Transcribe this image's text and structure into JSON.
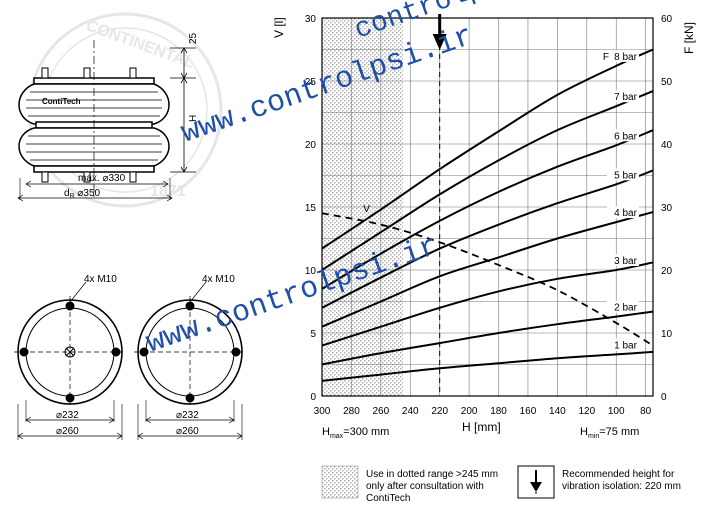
{
  "drawing": {
    "dim_25": "25",
    "dim_h": "H",
    "max_diameter": "max. ⌀330",
    "dr_prefix": "d",
    "dr_sub": "R",
    "dr_value": " ⌀350",
    "brand": "ContiTech",
    "seal_text": "CONTINENTAL",
    "seal_sub": "1871",
    "plate_left": {
      "bolts": "4x M10",
      "inner": "⌀232",
      "outer": "⌀260"
    },
    "plate_right": {
      "bolts": "4x M10",
      "inner": "⌀232",
      "outer": "⌀260"
    }
  },
  "watermarks": [
    "www.controlpsi.ir",
    "controlpsi.ir",
    "www.controlpsi.ir"
  ],
  "chart_data": {
    "type": "line",
    "xlabel": "H [mm]",
    "ylabel_left": "V [l]",
    "ylabel_right": "F [kN]",
    "x_ticks": [
      300,
      280,
      260,
      240,
      220,
      200,
      180,
      160,
      140,
      120,
      100,
      80
    ],
    "x_range": [
      300,
      75
    ],
    "y_left_range": [
      0,
      30
    ],
    "y_left_ticks": [
      0,
      5,
      10,
      15,
      20,
      25,
      30
    ],
    "y_right_range": [
      0,
      60
    ],
    "y_right_ticks": [
      0,
      10,
      20,
      30,
      40,
      50,
      60
    ],
    "grid": true,
    "h_max_label": "H",
    "h_max_sub": "max",
    "h_max_value": "=300 mm",
    "h_min_label": "H",
    "h_min_sub": "min",
    "h_min_value": "=75 mm",
    "dotted_range_x": [
      300,
      245
    ],
    "recommended_height": 220,
    "force_series": [
      {
        "name": "1 bar",
        "x": [
          300,
          260,
          220,
          180,
          140,
          100,
          75
        ],
        "y": [
          1.2,
          1.7,
          2.2,
          2.6,
          3.0,
          3.3,
          3.5
        ]
      },
      {
        "name": "2 bar",
        "x": [
          300,
          260,
          220,
          180,
          140,
          100,
          75
        ],
        "y": [
          2.5,
          3.4,
          4.2,
          5.0,
          5.7,
          6.3,
          6.7
        ]
      },
      {
        "name": "3 bar",
        "x": [
          300,
          260,
          220,
          180,
          140,
          100,
          75
        ],
        "y": [
          4.0,
          5.5,
          7.0,
          8.3,
          9.3,
          10.0,
          10.6
        ]
      },
      {
        "name": "4 bar",
        "x": [
          300,
          260,
          220,
          180,
          140,
          100,
          75
        ],
        "y": [
          5.5,
          7.5,
          9.5,
          11.0,
          12.5,
          13.8,
          14.6
        ]
      },
      {
        "name": "5 bar",
        "x": [
          300,
          260,
          220,
          180,
          140,
          100,
          75
        ],
        "y": [
          7.0,
          9.4,
          11.7,
          13.6,
          15.3,
          16.8,
          17.9
        ]
      },
      {
        "name": "6 bar",
        "x": [
          300,
          260,
          220,
          180,
          140,
          100,
          75
        ],
        "y": [
          8.5,
          11.3,
          13.9,
          16.2,
          18.2,
          19.9,
          21.1
        ]
      },
      {
        "name": "7 bar",
        "x": [
          300,
          260,
          220,
          180,
          140,
          100,
          75
        ],
        "y": [
          10.0,
          13.0,
          16.0,
          18.7,
          21.1,
          23.0,
          24.2
        ]
      },
      {
        "name": "8 bar",
        "x": [
          300,
          260,
          220,
          180,
          140,
          100,
          75
        ],
        "y": [
          11.7,
          14.8,
          18.0,
          21.0,
          23.9,
          26.2,
          27.5
        ]
      }
    ],
    "volume_series": {
      "name": "V",
      "x": [
        300,
        260,
        220,
        180,
        140,
        100,
        75
      ],
      "y": [
        14.5,
        13.6,
        12.2,
        10.4,
        8.4,
        5.8,
        4.0
      ]
    }
  },
  "legend": {
    "dotted_text": [
      "Use in dotted range >245 mm",
      "only after consultation with",
      "ContiTech"
    ],
    "arrow_text": [
      "Recommended height for",
      "vibration isolation: 220 mm"
    ]
  },
  "colors": {
    "line": "#000000",
    "grid": "#777777",
    "watermark": "#1f4fa8"
  }
}
